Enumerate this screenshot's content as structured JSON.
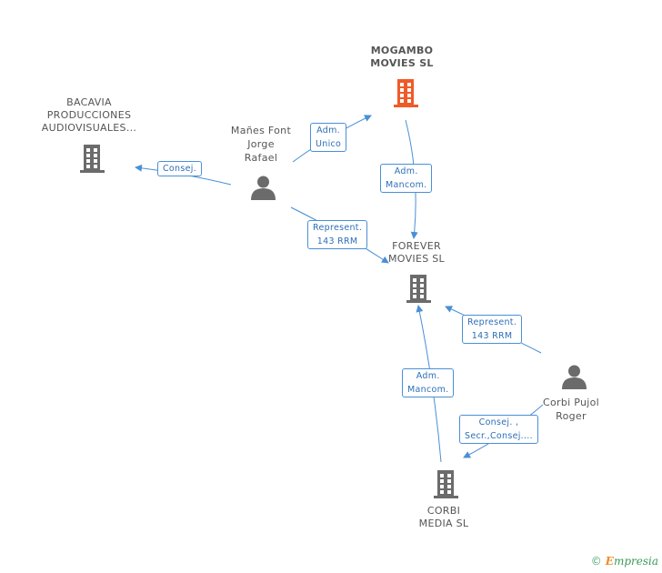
{
  "nodes": {
    "mogambo": {
      "lines": [
        "MOGAMBO",
        "MOVIES SL"
      ],
      "type": "company",
      "color": "#f05a28"
    },
    "bacavia": {
      "lines": [
        "BACAVIA",
        "PRODUCCIONES",
        "AUDIOVISUALES..."
      ],
      "type": "company",
      "color": "#6b6b6b"
    },
    "manes": {
      "lines": [
        "Mañes Font",
        "Jorge",
        "Rafael"
      ],
      "type": "person",
      "color": "#6b6b6b"
    },
    "forever": {
      "lines": [
        "FOREVER",
        "MOVIES SL"
      ],
      "type": "company",
      "color": "#6b6b6b"
    },
    "corbi_pujol": {
      "lines": [
        "Corbi Pujol",
        "Roger"
      ],
      "type": "person",
      "color": "#6b6b6b"
    },
    "corbi_media": {
      "lines": [
        "CORBI",
        "MEDIA SL"
      ],
      "type": "company",
      "color": "#6b6b6b"
    }
  },
  "edges": {
    "manes_mogambo": [
      "Adm.",
      "Unico"
    ],
    "manes_bacavia": [
      "Consej."
    ],
    "mogambo_forever": [
      "Adm.",
      "Mancom."
    ],
    "manes_forever": [
      "Represent.",
      "143 RRM"
    ],
    "corbipujol_forever": [
      "Represent.",
      "143 RRM"
    ],
    "corbimedia_forever": [
      "Adm.",
      "Mancom."
    ],
    "corbipujol_corbimedia": [
      "Consej. ,",
      "Secr.,Consej...."
    ]
  },
  "colors": {
    "edge": "#4a8fd6",
    "edge_label_text": "#2e6fb7",
    "focus_company": "#f05a28",
    "company": "#6b6b6b"
  },
  "footer": {
    "copyright": "©",
    "brand_initial": "E",
    "brand_rest": "mpresia"
  }
}
